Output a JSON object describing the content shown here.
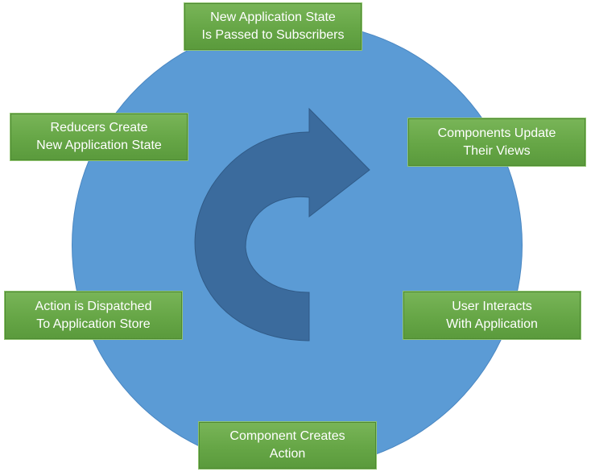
{
  "colors": {
    "circle": "#5b9bd5",
    "arrow": "#3b6b9d",
    "step_box": "#66a646",
    "step_text": "#ffffff"
  },
  "steps": [
    {
      "id": "new-state-passed",
      "text": "New Application State\nIs Passed to Subscribers"
    },
    {
      "id": "components-update",
      "text": "Components Update\nTheir Views"
    },
    {
      "id": "user-interacts",
      "text": "User Interacts\nWith Application"
    },
    {
      "id": "component-creates-action",
      "text": "Component Creates\nAction"
    },
    {
      "id": "action-dispatched",
      "text": "Action is Dispatched\nTo Application Store"
    },
    {
      "id": "reducers-create",
      "text": "Reducers Create\nNew Application State"
    }
  ]
}
